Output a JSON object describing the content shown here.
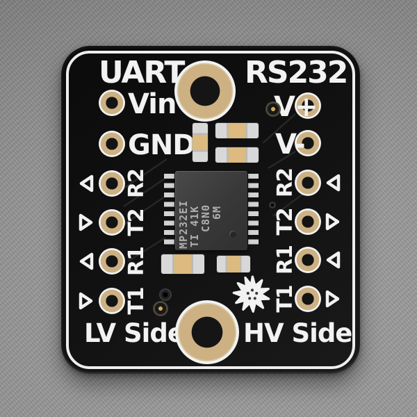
{
  "board": {
    "top_left_title": "UART",
    "top_right_title": "RS232",
    "bottom_left_title": "LV Side",
    "bottom_right_title": "HV Side"
  },
  "pins": {
    "left": [
      {
        "label": "Vin",
        "direction": "none"
      },
      {
        "label": "GND",
        "direction": "none"
      },
      {
        "label": "R2",
        "direction": "left"
      },
      {
        "label": "T2",
        "direction": "right"
      },
      {
        "label": "R1",
        "direction": "left"
      },
      {
        "label": "T1",
        "direction": "right"
      }
    ],
    "right": [
      {
        "label": "V+",
        "direction": "none"
      },
      {
        "label": "V-",
        "direction": "none"
      },
      {
        "label": "R2",
        "direction": "left"
      },
      {
        "label": "T2",
        "direction": "right"
      },
      {
        "label": "R1",
        "direction": "left"
      },
      {
        "label": "T1",
        "direction": "right"
      }
    ]
  },
  "chip": {
    "lines": [
      "MP232EI",
      "TI 41K",
      "C8N0",
      "6M"
    ]
  },
  "logo": "adafruit-flower",
  "colors": {
    "background": "#9a9a9a",
    "board": "#111111",
    "silkscreen": "#f2f2f2",
    "pad_gold": "#cdb183",
    "chip_body": "#3d3d3d",
    "capacitor_ceramic": "#dcba80",
    "solder_silver": "#d2d2d2"
  }
}
